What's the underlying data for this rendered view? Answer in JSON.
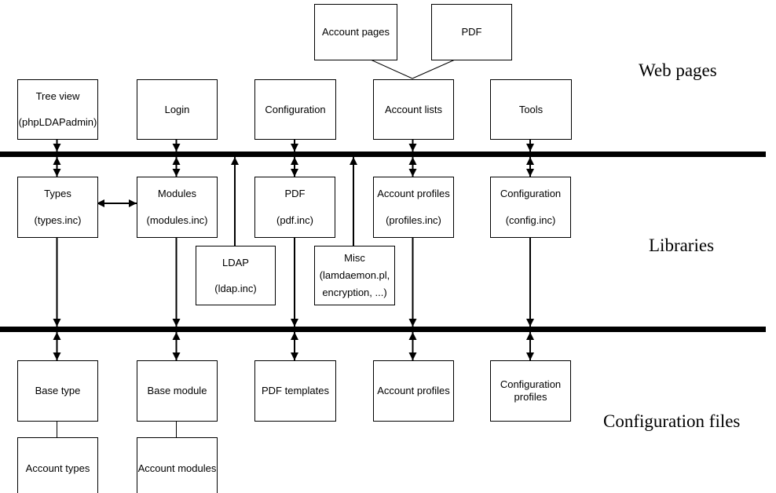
{
  "section_labels": {
    "web_pages": "Web pages",
    "libraries": "Libraries",
    "configuration_files": "Configuration files"
  },
  "boxes": {
    "account_pages": {
      "line1": "Account pages"
    },
    "pdf_page": {
      "line1": "PDF"
    },
    "tree_view": {
      "line1": "Tree view",
      "line2": "(phpLDAPadmin)"
    },
    "login": {
      "line1": "Login"
    },
    "configuration": {
      "line1": "Configuration"
    },
    "account_lists": {
      "line1": "Account lists"
    },
    "tools": {
      "line1": "Tools"
    },
    "types": {
      "line1": "Types",
      "line2": "(types.inc)"
    },
    "modules": {
      "line1": "Modules",
      "line2": "(modules.inc)"
    },
    "pdf_lib": {
      "line1": "PDF",
      "line2": "(pdf.inc)"
    },
    "account_profiles_lib": {
      "line1": "Account profiles",
      "line2": "(profiles.inc)"
    },
    "configuration_lib": {
      "line1": "Configuration",
      "line2": "(config.inc)"
    },
    "ldap": {
      "line1": "LDAP",
      "line2": "(ldap.inc)"
    },
    "misc": {
      "line1": "Misc",
      "line2": "(lamdaemon.pl,",
      "line3": "encryption, ...)"
    },
    "base_type": {
      "line1": "Base type"
    },
    "base_module": {
      "line1": "Base module"
    },
    "pdf_templates": {
      "line1": "PDF templates"
    },
    "account_profiles_files": {
      "line1": "Account profiles"
    },
    "configuration_profiles": {
      "line1": "Configuration",
      "line2": "profiles"
    },
    "account_types": {
      "line1": "Account types"
    },
    "account_modules": {
      "line1": "Account modules"
    }
  }
}
